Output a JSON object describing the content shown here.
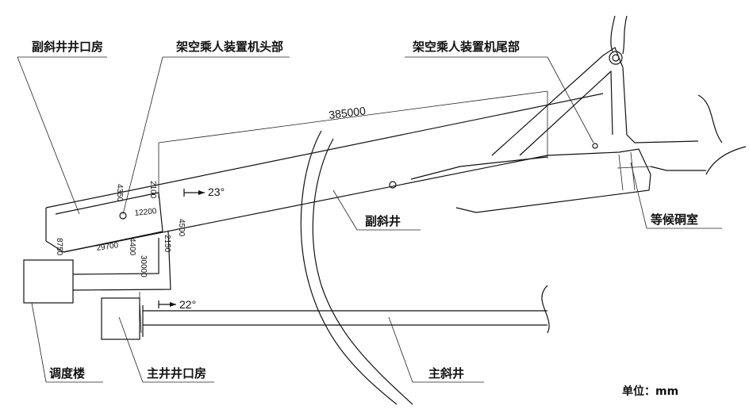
{
  "labels": {
    "auxiliary_shaft_house": "副斜井井口房",
    "ropeway_head": "架空乘人装置机头部",
    "ropeway_tail": "架空乘人装置机尾部",
    "waiting_chamber": "等候硐室",
    "auxiliary_incline": "副斜井",
    "dispatch_building": "调度楼",
    "main_shaft_house": "主井井口房",
    "main_incline": "主斜井",
    "unit": "单位：mm"
  },
  "dimensions": {
    "total_length": "385000",
    "head_width": "12200",
    "house_length": "29700",
    "house_width": "8750",
    "d4350": "4350",
    "d2100": "2100",
    "d4500": "4500",
    "d4400": "4400",
    "d2150": "2150",
    "d30000": "30000"
  },
  "slopes": {
    "aux_slope": "23°",
    "main_slope": "22°"
  }
}
